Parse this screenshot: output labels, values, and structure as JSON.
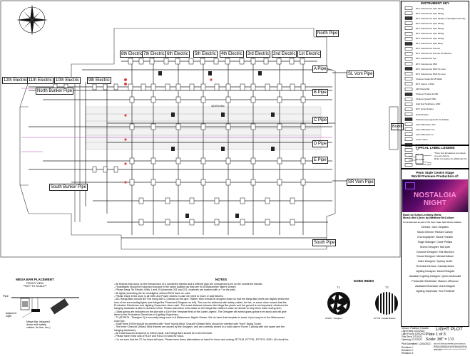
{
  "plot": {
    "electrics": [
      "8th Electric",
      "7th Electric",
      "6th Electric",
      "5th Electric",
      "4th Electric",
      "3rd Electric",
      "2nd Electric",
      "1st Electric"
    ],
    "far_electrics": [
      "12th Electric",
      "11th Electric",
      "10th Electric",
      "9th Electric"
    ],
    "pipes": {
      "north": "North Pipe",
      "north_bunker": "North Bunker Pipe",
      "south_bunker": "South Bunker Pipe",
      "south": "South Pipe",
      "a": "A Pipe",
      "b": "B Pipe",
      "c": "C Pipe",
      "d": "D Pipe",
      "e": "E Pipe",
      "sl_vom": "SL Vom Pipe",
      "sr_vom": "SR Vom Pipe"
    },
    "booth": "Booth",
    "channel_labels": [
      "4A Electric",
      "4A Electric"
    ],
    "compass_icon": "compass-rose-icon"
  },
  "instrument_key": {
    "title": "INSTRUMENT KEY",
    "items": [
      "ETC Colorsource Spot 19deg",
      "ETC Colorsource Spot 26deg",
      "ETC Colorsource Spot 19deg on Spotlight Assembly",
      "ETC Colorsource Spot 36deg",
      "ETC Colorsource Spot 50deg",
      "ETC Colorsource Spot 90deg",
      "ETC Colorsource Spot 10deg",
      "ETC Colorsource Spot 5deg",
      "ETC Colorsource Fresnel",
      "ETC Colorsource Fresnel 70 Diffusion",
      "ETC Colorsource Cyc",
      "ETC Colorsource PAR",
      "ETC Colorsource PAR No Lens",
      "ETC Colorsource PAR No Lens",
      "Chauvet Cieda MLS5 Wash",
      "ETC Source 4 PAR",
      "ADJ Mega Bar",
      "Chauvet Ovation E-260",
      "Chauvet Qwash 560z",
      "High End Solaframe 1000",
      "ETC Gobo Rotator",
      "Gobo Rotator",
      "Practical (see appendix for details)",
      "Leko Silhouette Unlit",
      "Leko Silhouette Cut",
      "Leko Silhouette Lit",
      "Color Frame",
      "Gobo Rotator",
      "Iris",
      "Top Hat",
      "Template",
      "Instrument Type"
    ]
  },
  "label_legend": {
    "title": "TYPICAL LABEL LEGEND",
    "note_1": "*Note: Not all features are shown on every fixture.",
    "note_2": "Refer to Hookup for additional info."
  },
  "title_block": {
    "org": "Penn State Centre Stage",
    "subtitle": "World Premiere Production of:",
    "show_title": "NOSTALGIA NIGHT",
    "book_line": "Book by Sofya Levitsky-Weitz",
    "music_line": "Music and Lyrics by Matthew McCollum",
    "commission": "Commissioned as part of the Penn State New Works Initiative",
    "credits": [
      "Director: John Simpkins",
      "Music Director: Richard Carsey",
      "Choreographer: Kikora Franklin",
      "Stage Manager: Claire Phillips",
      "Scenic Designer: Mai Irwin",
      "Costume Designer: Ella MacZura",
      "Sound Designer: Michael Allison",
      "Video Designer: Sydney Smith",
      "Technical Director: Cassidy Burke",
      "Lighting Designer: David Reingold",
      "Assistant Lighting Designer: Quinn McDonald",
      "Production Electrician: Mason LoRicocco",
      "Assistant Electrician: Anna Wagner",
      "Lighting Supervisor: Ken Friedhoff"
    ],
    "venue": "Venue: Pavilion Theatre",
    "sheet_name": "LIGHT PLOT",
    "dates": [
      "Light Hang 1/22/2022",
      "Light Focus 1/29/2022",
      "First Tech 2/7/2022",
      "Opening 2/17/2022"
    ],
    "page": "Plate 1 of 3",
    "scale": "Scale: 3/8\" = 1'-0",
    "submitted": "Plot Submitted: 12/16/2021",
    "revisions": [
      "Revision 1:",
      "Revision 2:",
      "Revision 3:"
    ],
    "disclaimer": "This drawing represents visual concepts and detailed information which are, to the best of my knowledge, accurate; however, the designer cannot guarantee the exact conditions. The Production Electrician is responsible for incorporating drawing information and for checking that all information is correct. This drawing is not to be used for any other production without written permission from the lighting designer."
  },
  "mega_bar": {
    "title": "MEGA BAR PLACEMENT",
    "view": "FRONT VIEW",
    "scale_note": "**NOT TO SCALE**",
    "pipe_label": "Pipe",
    "adjacent_label": "Adjacent Light",
    "bar_note": "Mega Bar (dropped down with safety cables, tie line, etc.)"
  },
  "notes": {
    "title": "NOTES",
    "lines": [
      "- All fixtures that occur on the intersection of a numbered electric and a lettered pipe are considered to be on the numbered electric.",
      "- Houselights should be hung and focused in the same position as they are for A Midsummer Night's Dream.",
      "- Please hang 7th Electric Units 1 and 15 (channels 201 and 211, channels are marked with a * on the plot).",
      "- All lights (excluding the six worklights) without R119 have no color.",
      "- Please leave extra room in all DMX and Power chains in case we need to move or add fixtures.",
      "- ADJ Mega Bars should NOT be hung with C-Clamps on the pipe. Rather, they should be dropped down so that the Mega Bar pixels are slightly below the",
      "  lens of the surrounding lights (see Mega Bar Placement Diagram on left). This can be achieved with safety cables, tie line, or some other means that the",
      "  Production Electrician and Lighting Supervisor deem safe. The exact distance between the Mega Bar pixels and the ground is not important; whatever the",
      "  hanging hardware is able to achieve is fine. Please also leave extra slack on the Mega Bar cables in case we decide to drop them lower during tech.",
      "- Glass gobos are indicated on the plot with a G# in the Template field of the Label Legend. The Designer will select glass gobos from stock and will give",
      "  them to the Production Electrician or Lighting Supervisor.",
      "- T1 (R79076 - Triangles 2) is currently being used in A Midsummer Night's Dream. We do have that template in stock, it just may be in the Midsummer",
      "  color box.",
      "- SolaFrame 1000s should be oriented with \"front\" facing West. Chauvet QWash 560s should be oriented with \"front\" facing South.",
      "- The three Chauvet QWash 560z fixtures are owned by the Designer, and are currently stored in a road case in Room 3 (along with one spare and the",
      "  hanging hardware).",
      "- All ColorSources should be in Direct mode, ADJ Mega Bars should be in 8-Cell mode.",
      "- Please have extra cuts of R119 and R132 on hand for focus.",
      "- I'm not sure that the 72 I've listed will work. Please have those alternatives on hand for focus and cueing: R77418, R77751, R77979, G591. All should be"
    ]
  },
  "gobo_index": {
    "title": "GOBO INDEX",
    "items": [
      {
        "id": "T1",
        "name": "R79076 - Triangles 2"
      },
      {
        "id": "T2",
        "name": "R77739 - Parallel Breakup"
      }
    ]
  }
}
